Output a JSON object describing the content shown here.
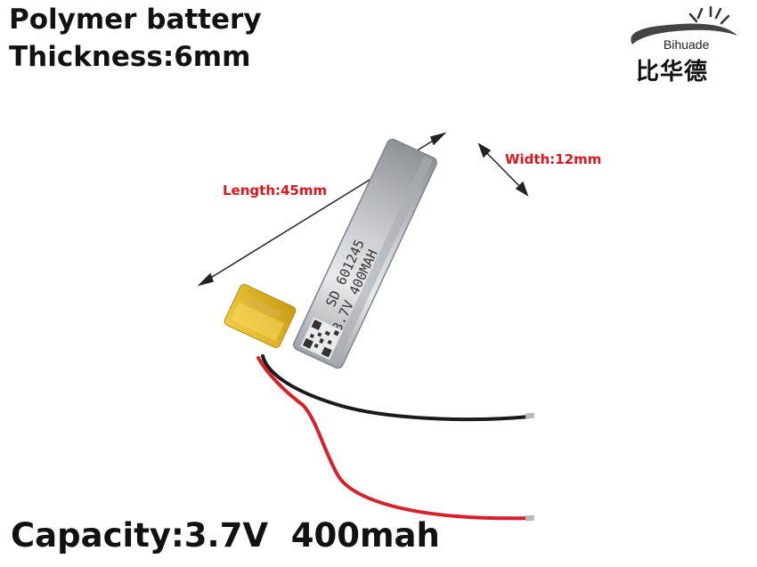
{
  "header": {
    "line1": "Polymer battery",
    "line2": "Thickness:6mm"
  },
  "logo": {
    "latin": "Bihuade",
    "chinese": "比华德"
  },
  "dimensions": {
    "length": "Length:45mm",
    "width": "Width:12mm"
  },
  "battery_label": {
    "model": "SD 601245",
    "spec": "3.7V 400MAH"
  },
  "footer": {
    "capacity": "Capacity:3.7V  400mah"
  },
  "colors": {
    "dimension_text": "#e0141c",
    "battery_body": "#c9cdd2",
    "kapton_tape": "#e6b820",
    "red_wire": "#d8202a",
    "black_wire": "#1a1a1a"
  }
}
